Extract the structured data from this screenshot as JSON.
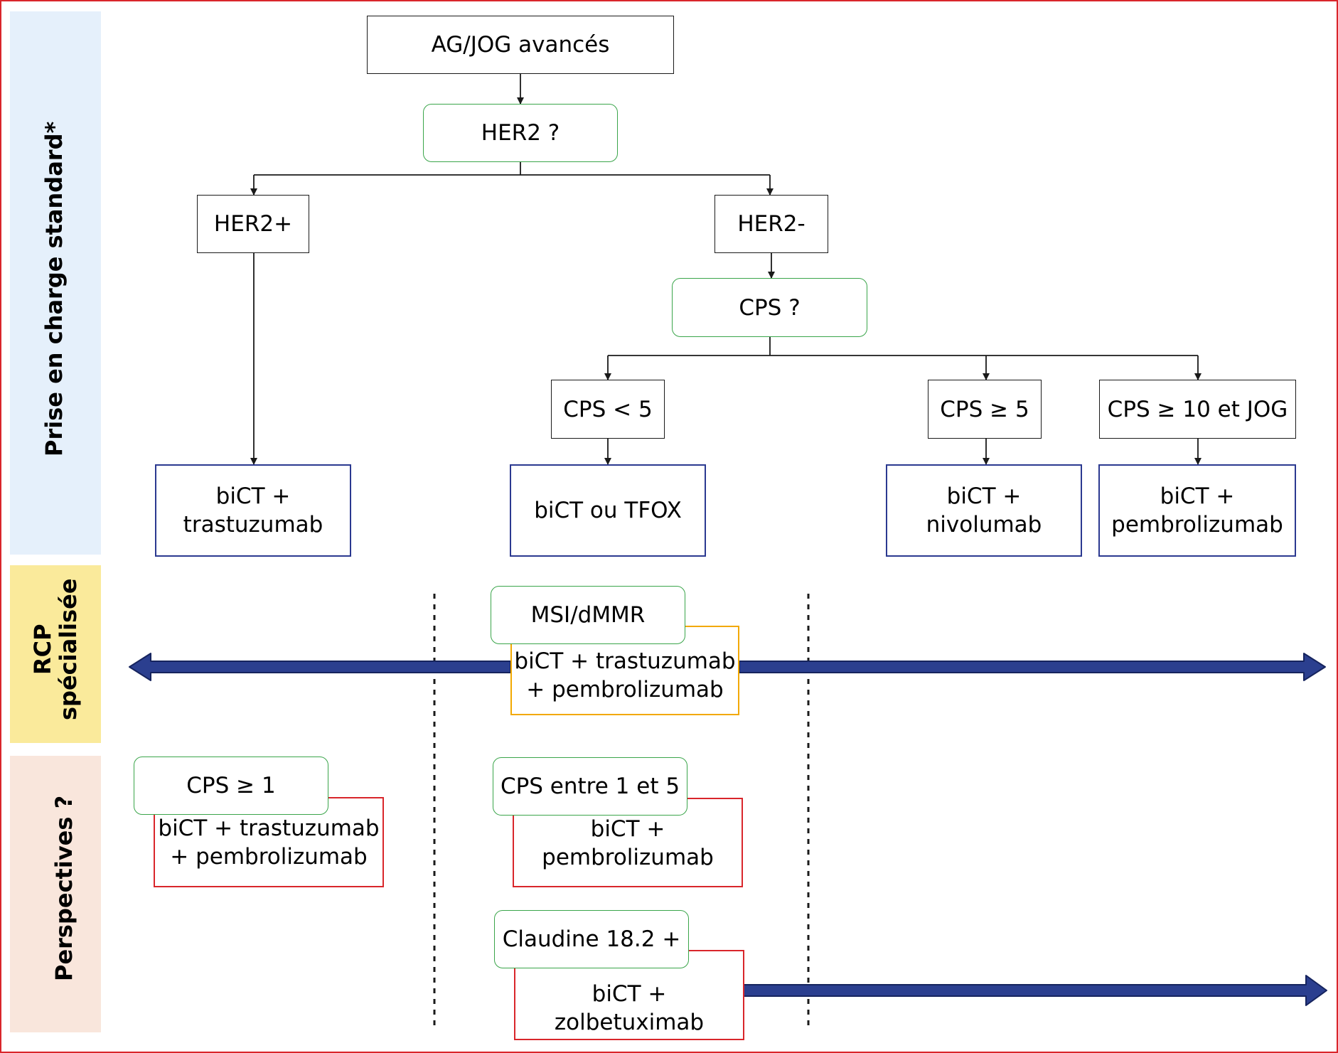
{
  "colors": {
    "frame_border": "#d9262b",
    "band_standard": "#e5f0fb",
    "band_rcp": "#faea9b",
    "band_perspectives": "#f9e6dc",
    "box_green_border": "#3aa54a",
    "box_blue_border": "#2b3990",
    "box_red_border": "#d9262b",
    "box_orange_border": "#f2a900",
    "arrow_fill": "#2b3f8f"
  },
  "bands": {
    "standard": "Prise en charge standard*",
    "rcp_line1": "RCP",
    "rcp_line2": "spécialisée",
    "perspectives": "Perspectives ?"
  },
  "flowchart": {
    "root": "AG/JOG avancés",
    "her2_question": "HER2 ?",
    "her2_pos": "HER2+",
    "her2_neg": "HER2-",
    "cps_question": "CPS ?",
    "cps_lt5": "CPS < 5",
    "cps_ge5": "CPS ≥ 5",
    "cps_ge10_jog": "CPS ≥ 10 et JOG",
    "tx_her2pos_l1": "biCT +",
    "tx_her2pos_l2": "trastuzumab",
    "tx_cps_lt5": "biCT ou TFOX",
    "tx_cps_ge5_l1": "biCT +",
    "tx_cps_ge5_l2": "nivolumab",
    "tx_cps_ge10_l1": "biCT +",
    "tx_cps_ge10_l2": "pembrolizumab"
  },
  "rcp": {
    "msi_label": "MSI/dMMR",
    "msi_tx_l1": "biCT + trastuzumab",
    "msi_tx_l2": "+ pembrolizumab"
  },
  "perspectives": {
    "cps_ge1_label": "CPS ≥ 1",
    "cps_ge1_tx_l1": "biCT + trastuzumab",
    "cps_ge1_tx_l2": "+ pembrolizumab",
    "cps_1_5_label": "CPS entre 1 et 5",
    "cps_1_5_tx_l1": "biCT +",
    "cps_1_5_tx_l2": "pembrolizumab",
    "claudine_label": "Claudine 18.2 +",
    "claudine_tx": "biCT + zolbetuximab"
  }
}
